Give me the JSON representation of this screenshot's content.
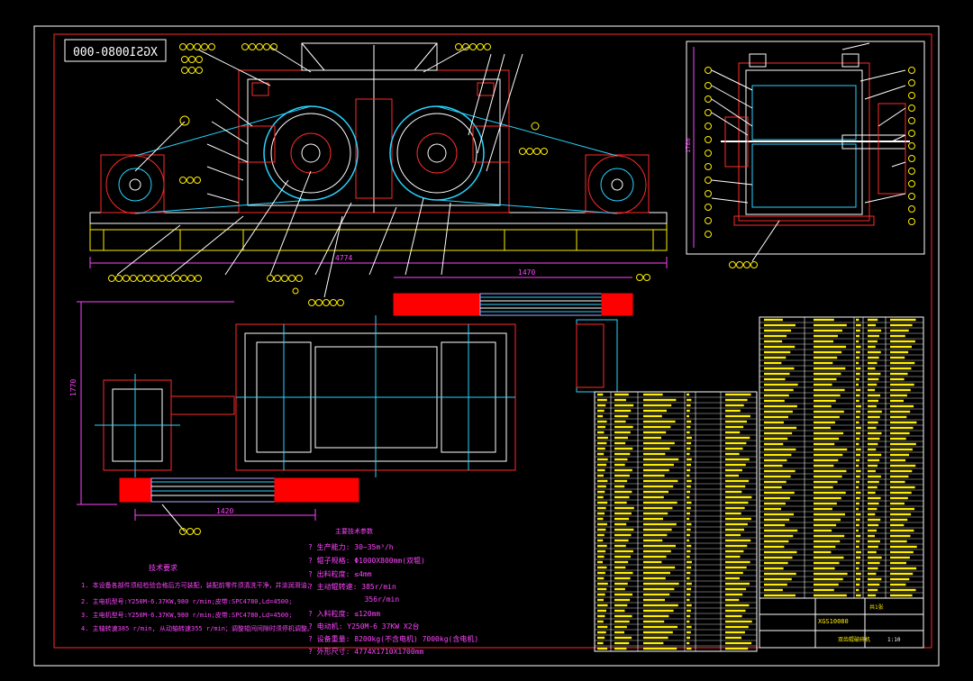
{
  "drawing_number": "XGS10080-000",
  "dimensions": {
    "overall_length": "4774",
    "plan_width": "1770",
    "side_height": "1780",
    "belt_top": "1470",
    "belt_bottom": "1420"
  },
  "technical_requirements_title": "技术要求",
  "technical_requirements": [
    "1. 本设备各部件须经检验合格后方可装配，装配前零件须清洗干净，并涂润滑油；",
    "2. 主电机型号:Y250M-6.37KW,980 r/min;皮带:SPC4780,Ld=4500;",
    "3. 主电机型号:Y250M-6.37KW,980 r/min;皮带:SPC4780,Ld=4500;",
    "4. 主轴转速385 r/min, 从动轴转速355 r/min；调整辊间间隙时须停机调整。"
  ],
  "main_specs_title": "主要技术参数",
  "main_specs": [
    "? 生产能力:  30~35m³/h",
    "? 辊子规格:  Φ1000X800mm(双辊)",
    "? 出料粒度:  ≤4mm",
    "? 主动辊转速: 385r/min",
    "             356r/min",
    "? 入料粒度:  ≤120mm",
    "? 电动机:   Y250M-6 37KW X2台",
    "? 设备重量:  8200kg(不含电机)  7000kg(含电机)",
    "? 外形尺寸:  4774X1710X1700mm"
  ],
  "title_block": {
    "code": "XGS10080",
    "name": "双齿辊破碎机",
    "scale": "1:10",
    "sheet": "共1张"
  },
  "colors": {
    "frame": "#ff2a2a",
    "construction": "#2ad4ff",
    "dimension": "#ff44ff",
    "structure": "#ffffff",
    "text": "#ffff33",
    "base": "#ffee00",
    "belt": "#aaaaff",
    "solid_red": "#ff0000"
  }
}
